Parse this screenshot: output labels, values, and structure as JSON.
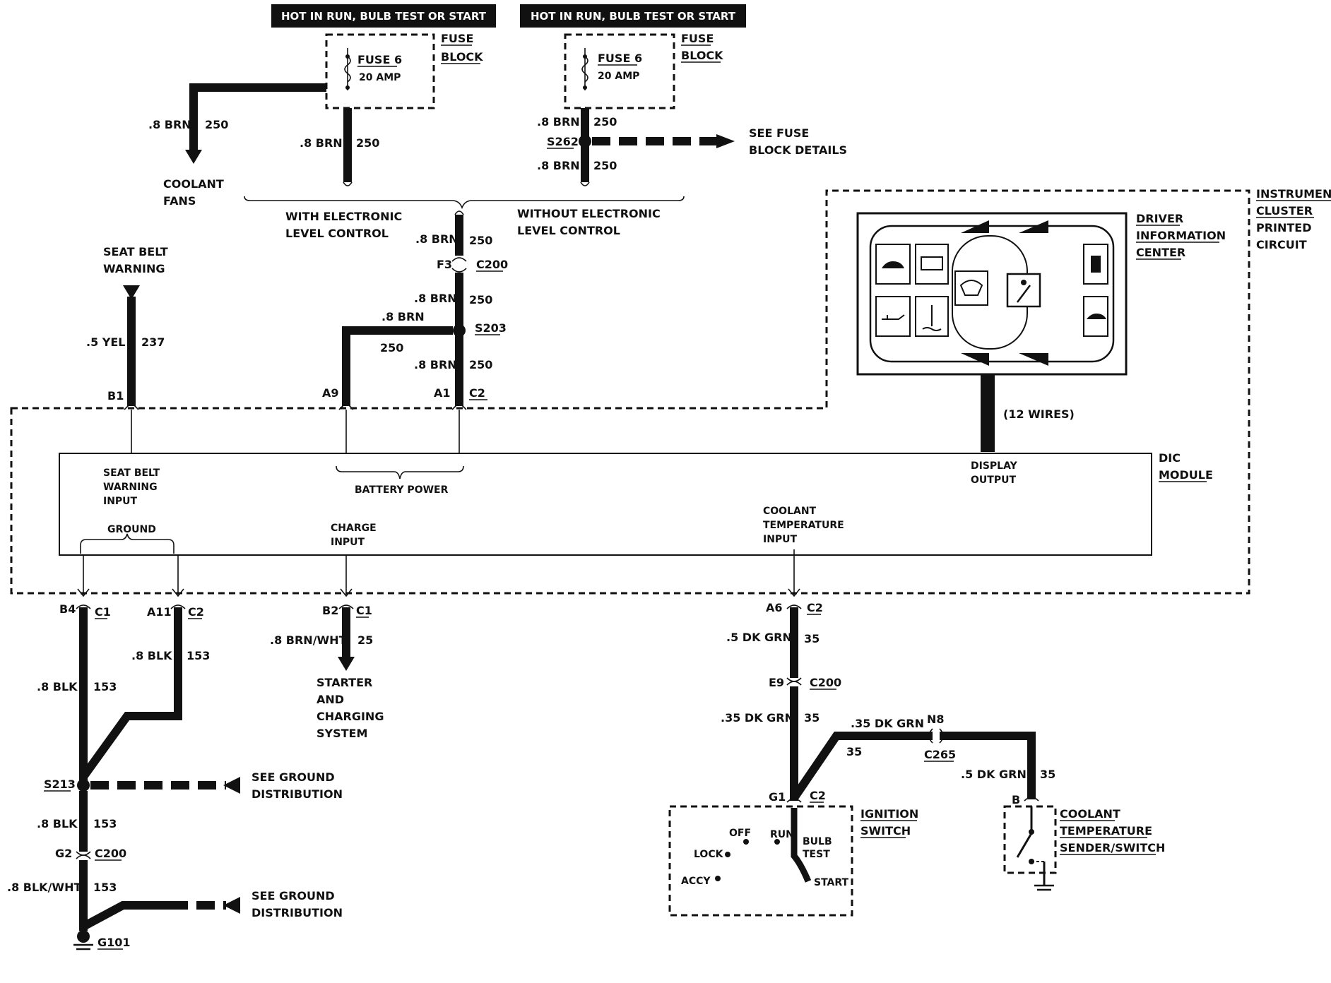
{
  "headers": {
    "power_left": "HOT IN RUN, BULB TEST OR START",
    "power_right": "HOT IN RUN, BULB TEST OR START"
  },
  "fuse": {
    "name": "FUSE 6",
    "rating": "20 AMP",
    "block_line1": "FUSE",
    "block_line2": "BLOCK"
  },
  "wires": {
    "brn_08": ".8 BRN",
    "c250": "250",
    "yel_05": ".5 YEL",
    "c237": "237",
    "blk_08": ".8 BLK",
    "c153": "153",
    "blkwht_08": ".8 BLK/WHT",
    "brnwht_08": ".8 BRN/WHT",
    "c25": "25",
    "dkgrn_05": ".5 DK GRN",
    "dkgrn_035": ".35 DK GRN",
    "c35": "35"
  },
  "destinations": {
    "coolant_fans_1": "COOLANT",
    "coolant_fans_2": "FANS",
    "see_fuse_1": "SEE FUSE",
    "see_fuse_2": "BLOCK DETAILS",
    "with_elc_1": "WITH ELECTRONIC",
    "with_elc_2": "LEVEL CONTROL",
    "without_elc_1": "WITHOUT ELECTRONIC",
    "without_elc_2": "LEVEL CONTROL",
    "seatbelt_1": "SEAT BELT",
    "seatbelt_2": "WARNING",
    "starter_1": "STARTER",
    "starter_2": "AND",
    "starter_3": "CHARGING",
    "starter_4": "SYSTEM",
    "see_ground_1": "SEE GROUND",
    "see_ground_2": "DISTRIBUTION"
  },
  "connectors": {
    "s262": "S262",
    "f3": "F3",
    "c200": "C200",
    "s203": "S203",
    "b1": "B1",
    "a9": "A9",
    "a1": "A1",
    "c2": "C2",
    "c1": "C1",
    "b4": "B4",
    "a11": "A11",
    "b2": "B2",
    "a6": "A6",
    "e9": "E9",
    "n8": "N8",
    "c265": "C265",
    "g1": "G1",
    "b": "B",
    "s213": "S213",
    "g2": "G2",
    "g101": "G101"
  },
  "cluster": {
    "label_1": "INSTRUMENT",
    "label_2": "CLUSTER",
    "label_3": "PRINTED",
    "label_4": "CIRCUIT",
    "dic_center_1": "DRIVER",
    "dic_center_2": "INFORMATION",
    "dic_center_3": "CENTER",
    "wires_count": "(12 WIRES)"
  },
  "module": {
    "name_1": "DIC",
    "name_2": "MODULE",
    "seatbelt_in_1": "SEAT BELT",
    "seatbelt_in_2": "WARNING",
    "seatbelt_in_3": "INPUT",
    "battery_power": "BATTERY POWER",
    "display_output_1": "DISPLAY",
    "display_output_2": "OUTPUT",
    "ground": "GROUND",
    "charge_1": "CHARGE",
    "charge_2": "INPUT",
    "coolant_1": "COOLANT",
    "coolant_2": "TEMPERATURE",
    "coolant_3": "INPUT"
  },
  "ignition": {
    "title_1": "IGNITION",
    "title_2": "SWITCH",
    "off": "OFF",
    "run": "RUN",
    "lock": "LOCK",
    "bulb_1": "BULB",
    "bulb_2": "TEST",
    "accy": "ACCY",
    "start": "START"
  },
  "sender": {
    "title_1": "COOLANT",
    "title_2": "TEMPERATURE",
    "title_3": "SENDER/SWITCH"
  },
  "icons": [
    "car-lamp-icon",
    "battery-icon",
    "washer-fluid-icon",
    "seatbelt-icon",
    "fuel-icon",
    "oil-can-icon",
    "coolant-temp-icon",
    "trunk-ajar-icon"
  ]
}
